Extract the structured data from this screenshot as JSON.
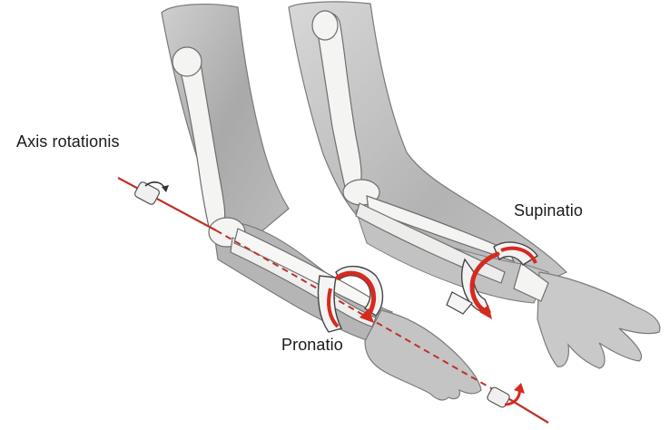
{
  "labels": {
    "axis": "Axis rotationis",
    "supination": "Supinatio",
    "pronation": "Pronatio"
  },
  "colors": {
    "axis_line": "#c0312b",
    "rotation_arrow": "#d62a1f",
    "arm_shadow": "#8c8c8c",
    "arm_mid": "#b8b8b8",
    "arm_light": "#dcdcdc",
    "bone": "#f4f4f2",
    "bone_outline": "#6e6e6e",
    "band": "#f2f2f2"
  }
}
